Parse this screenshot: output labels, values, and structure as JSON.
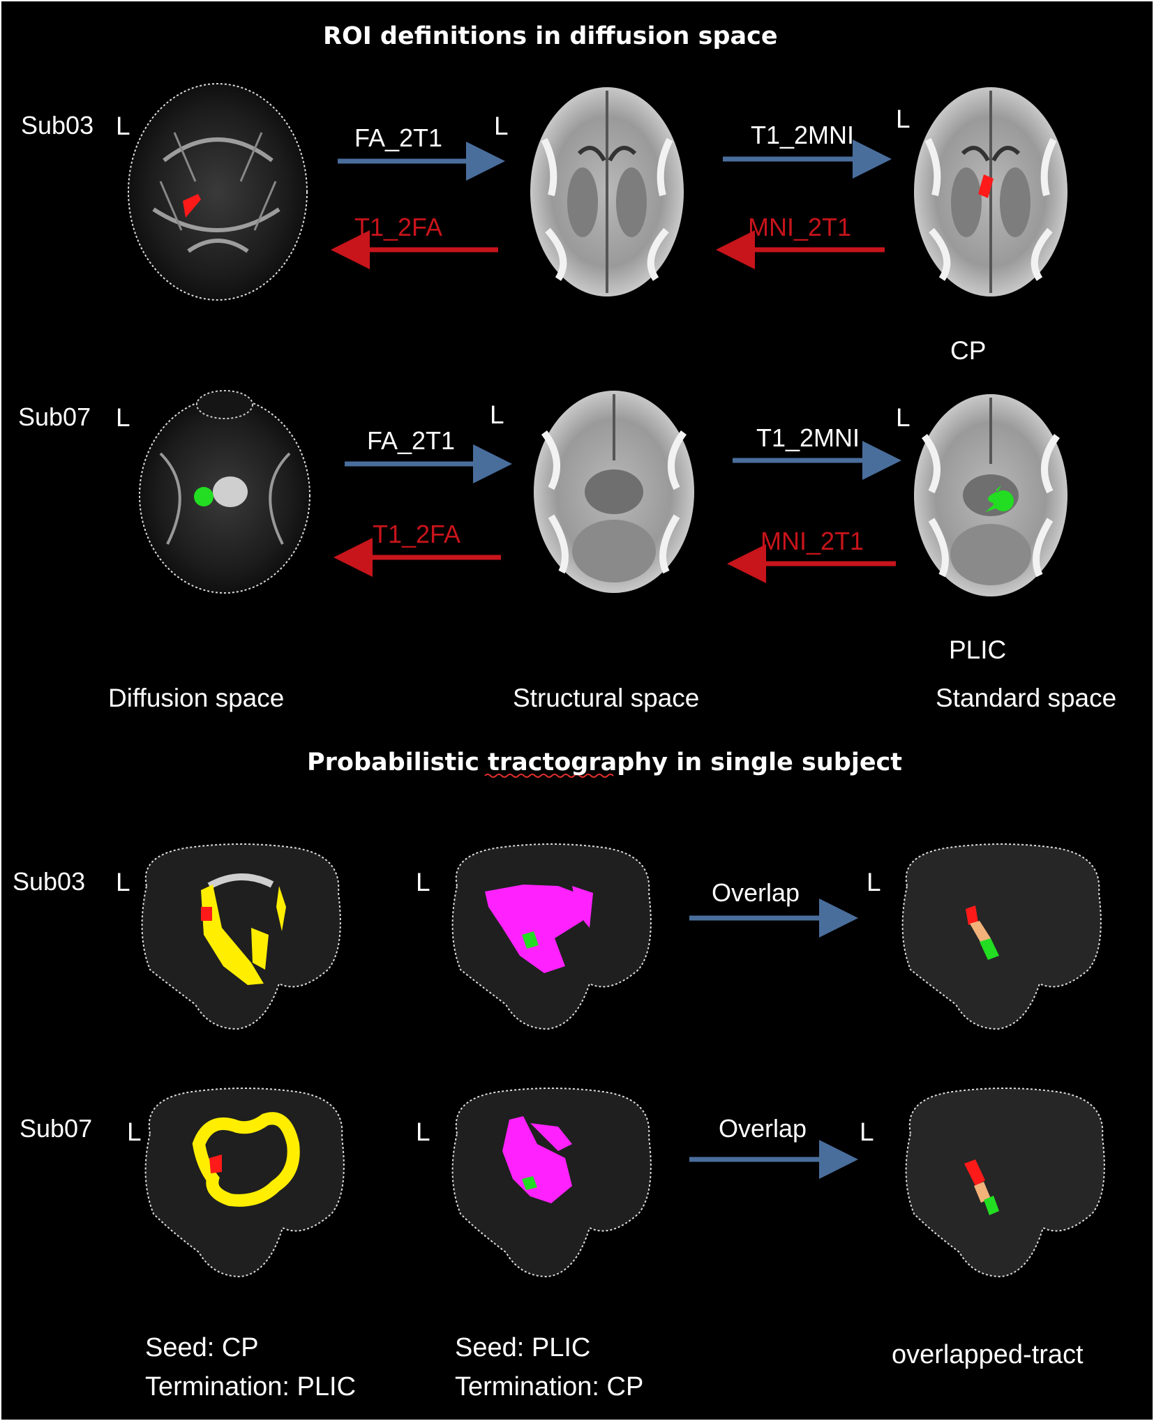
{
  "top_title": "ROI definitions in diffusion space",
  "bottom_title": "Probabilistic tractography in single subject",
  "orientation_label": "L",
  "top_rows": [
    {
      "subject": "Sub03",
      "forward_arrows": [
        "FA_2T1",
        "T1_2MNI"
      ],
      "backward_arrows": [
        "T1_2FA",
        "MNI_2T1"
      ],
      "roi_label": "CP"
    },
    {
      "subject": "Sub07",
      "forward_arrows": [
        "FA_2T1",
        "T1_2MNI"
      ],
      "backward_arrows": [
        "T1_2FA",
        "MNI_2T1"
      ],
      "roi_label": "PLIC"
    }
  ],
  "space_labels": [
    "Diffusion space",
    "Structural space",
    "Standard space"
  ],
  "bottom_rows": [
    {
      "subject": "Sub03",
      "arrow_label": "Overlap"
    },
    {
      "subject": "Sub07",
      "arrow_label": "Overlap"
    }
  ],
  "bottom_captions": [
    "Seed: CP\nTermination: PLIC",
    "Seed: PLIC\nTermination: CP",
    "overlapped-tract"
  ],
  "colors": {
    "forward_arrow": "#4a6e9c",
    "backward_arrow": "#c8141b",
    "roi_cp": "#ff1a1a",
    "roi_plic": "#22dd22",
    "tract_seed_cp": "#ffee00",
    "tract_seed_plic": "#ff22ff",
    "overlap": "#f2b27a"
  }
}
